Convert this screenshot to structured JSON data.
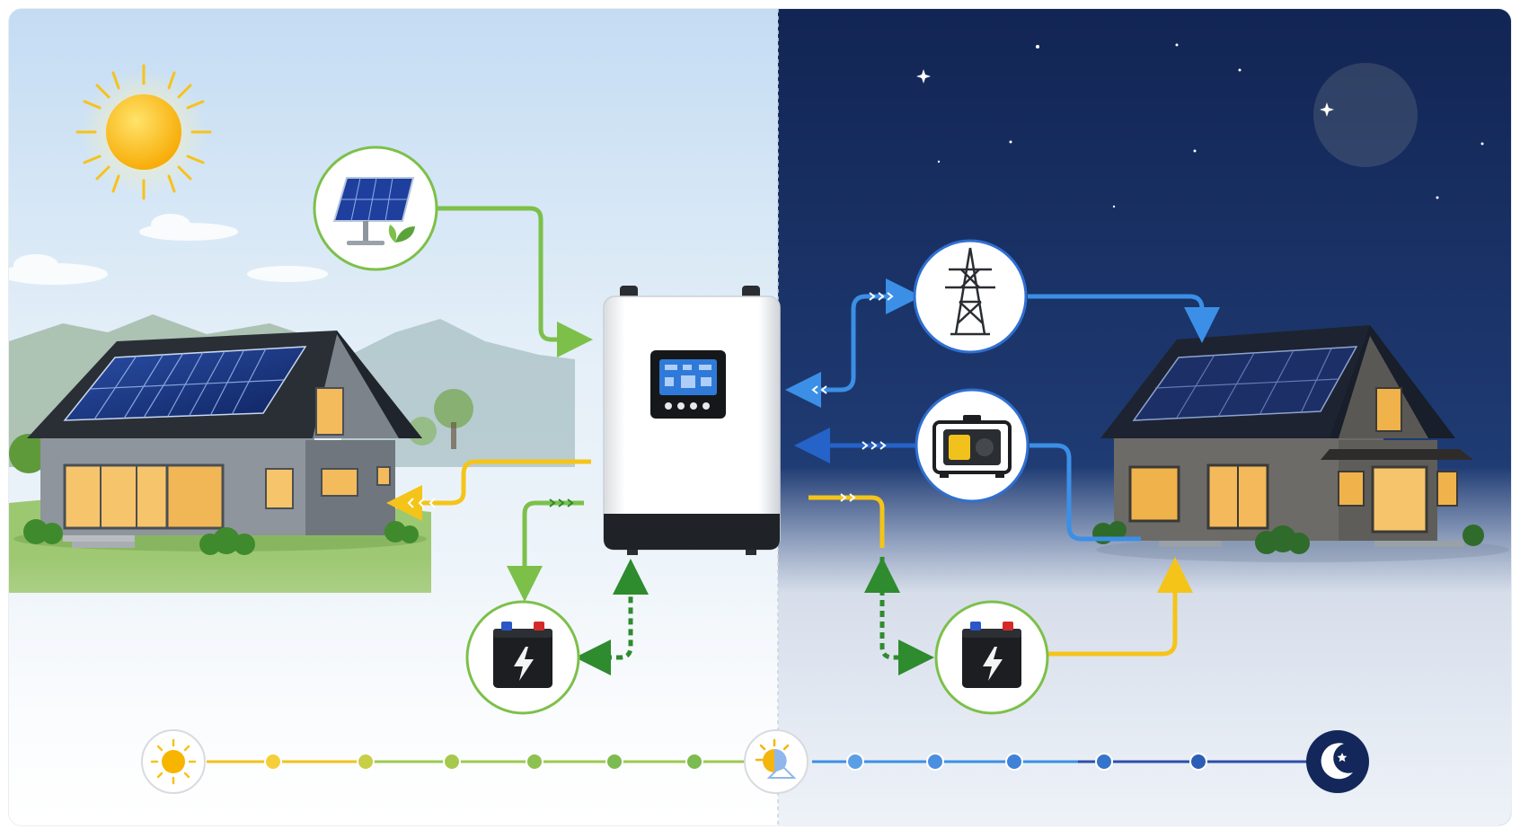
{
  "scene": {
    "left_panel": "day",
    "right_panel": "night"
  },
  "colors": {
    "solar_flow": "#7cc04a",
    "ac_flow": "#f5c419",
    "battery_flow": "#2e8b2e",
    "grid_flow": "#3b8fe6",
    "generator_flow": "#2563c9",
    "night_sky": "#13275a",
    "day_sky": "#cfe3f5"
  },
  "icons": {
    "sun": "sun-icon",
    "moon": "moon-icon",
    "solar_panel": "solar-panel-icon",
    "inverter": "hybrid-inverter-icon",
    "battery": "battery-icon",
    "power_tower": "power-tower-icon",
    "generator": "generator-icon",
    "house": "house-icon",
    "dusk": "sunset-icon"
  },
  "timeline": {
    "day_dots": 6,
    "night_dots": 5
  }
}
